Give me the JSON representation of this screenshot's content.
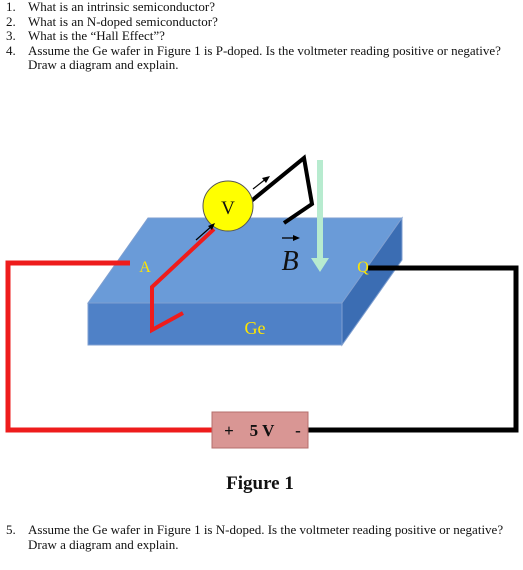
{
  "questions": [
    {
      "num": "1.",
      "text": "What is an intrinsic semiconductor?"
    },
    {
      "num": "2.",
      "text": "What is an N-doped semiconductor?"
    },
    {
      "num": "3.",
      "text": "What is the “Hall Effect”?"
    },
    {
      "num": "4.",
      "text": "Assume the Ge wafer in Figure 1 is P-doped. Is the voltmeter reading positive or negative? Draw a diagram and explain."
    },
    {
      "num": "5.",
      "text": "Assume the Ge wafer in Figure 1 is N-doped. Is the voltmeter reading positive or negative? Draw a diagram and explain."
    }
  ],
  "figure": {
    "caption": "Figure 1",
    "voltmeter_label": "V",
    "magnetic_field_label": "B",
    "point_a_label": "A",
    "point_q_label": "Q",
    "wafer_label": "Ge",
    "battery_plus": "+",
    "battery_voltage": "5 V",
    "battery_minus": "-",
    "colors": {
      "wafer_top": "#6a9bd8",
      "wafer_front": "#4f81c7",
      "wafer_side": "#3b6db3",
      "voltmeter": "#ffff00",
      "wire_red": "#ee1c1c",
      "wire_black": "#000000",
      "battery": "#d99694",
      "b_arrow": "#b7ebcf",
      "label_yellow": "#ffe600"
    }
  }
}
